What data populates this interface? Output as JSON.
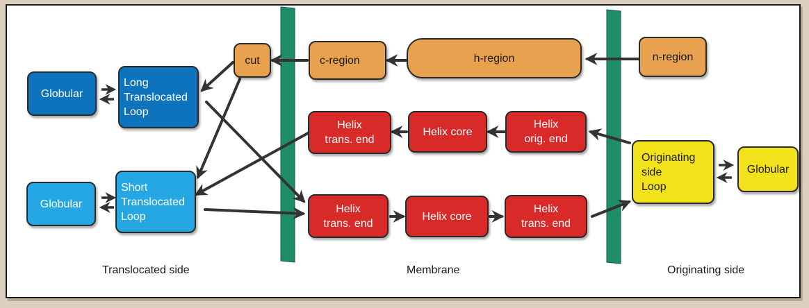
{
  "nodes": {
    "cut": "cut",
    "c_region": "c-region",
    "h_region": "h-region",
    "n_region": "n-region",
    "helix_trans_end_top": "Helix\ntrans. end",
    "helix_core_top": "Helix core",
    "helix_orig_end": "Helix\norig. end",
    "helix_trans_end_bottom_left": "Helix\ntrans. end",
    "helix_core_bottom": "Helix core",
    "helix_trans_end_bottom_right": "Helix\ntrans. end",
    "globular_top_left": "Globular",
    "long_translocated_loop": "Long\nTranslocated\nLoop",
    "globular_bottom_left": "Globular",
    "short_translocated_loop": "Short\nTranslocated\nLoop",
    "originating_side_loop": "Originating\nside\nLoop",
    "globular_right": "Globular"
  },
  "regions": {
    "translocated": "Translocated side",
    "membrane": "Membrane",
    "originating": "Originating side"
  },
  "colors": {
    "signal_peptide": "#e8a24f",
    "helix": "#d92a2a",
    "originating": "#f1e21c",
    "long_loop": "#0d73bd",
    "short_loop": "#25a7e3",
    "membrane": "#1f8c6a"
  }
}
